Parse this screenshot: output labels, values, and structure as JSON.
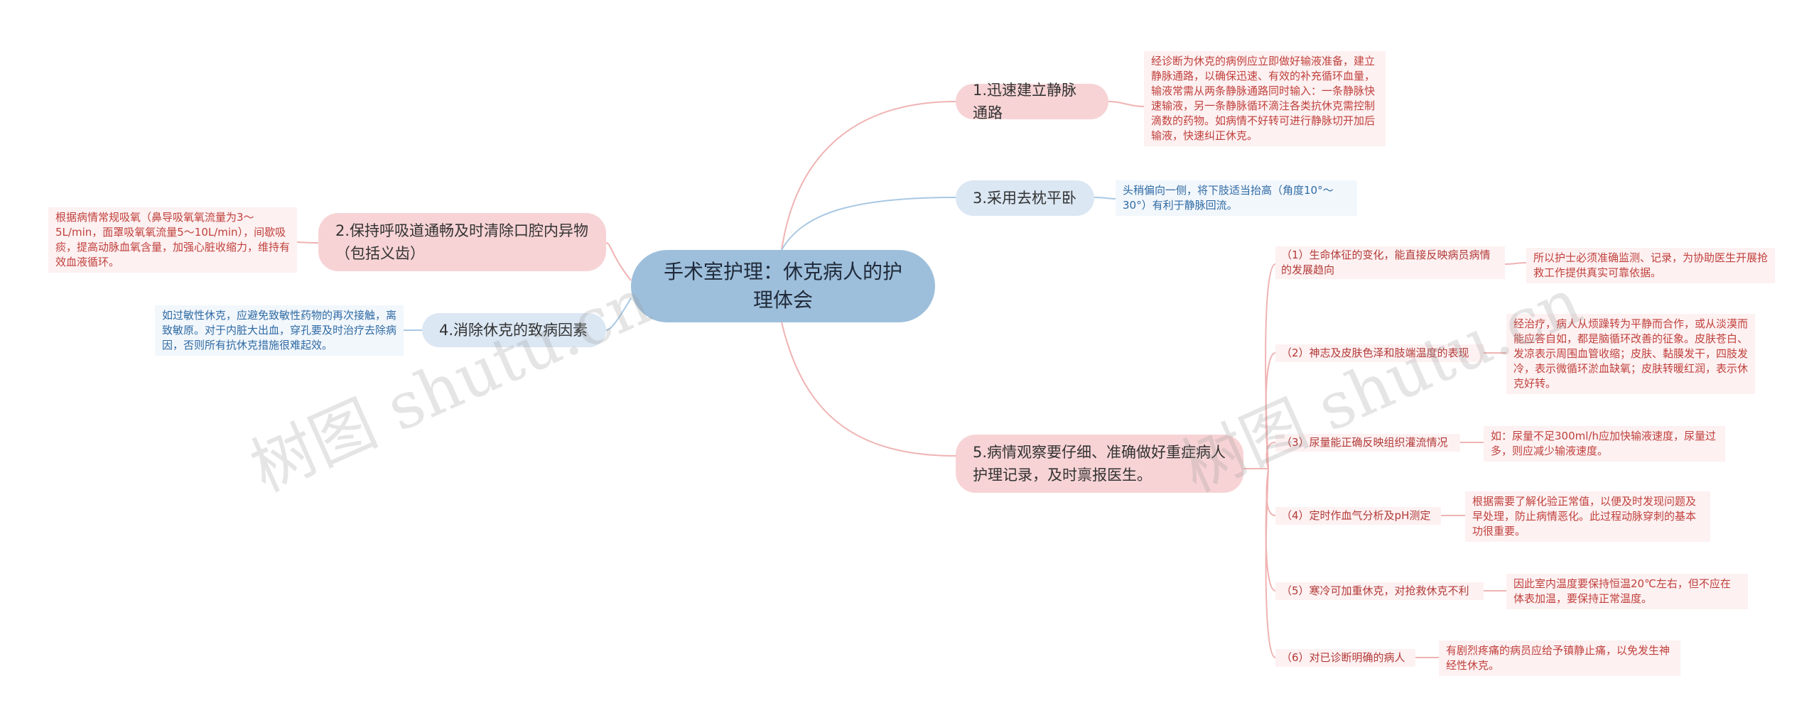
{
  "root": {
    "title": "手术室护理：休克病人的护理体会"
  },
  "branches": {
    "b1": {
      "label": "1.迅速建立静脉通路",
      "note": "经诊断为休克的病例应立即做好输液准备，建立静脉通路，以确保迅速、有效的补充循环血量，输液常需从两条静脉通路同时输入：一条静脉快速输液，另一条静脉循环滴注各类抗休克需控制滴数的药物。如病情不好转可进行静脉切开加后输液，快速纠正休克。"
    },
    "b2": {
      "label": "2.保持呼吸道通畅及时清除口腔内异物（包括义齿）",
      "note": "根据病情常规吸氧（鼻导吸氧氧流量为3～5L/min，面罩吸氧氧流量5～10L/min），间歇吸痰，提高动脉血氧含量，加强心脏收缩力，维持有效血液循环。"
    },
    "b3": {
      "label": "3.采用去枕平卧",
      "note": "头稍偏向一侧，将下肢适当抬高（角度10°～30°）有利于静脉回流。"
    },
    "b4": {
      "label": "4.消除休克的致病因素",
      "note": "如过敏性休克，应避免致敏性药物的再次接触，离致敏原。对于内脏大出血，穿孔要及时治疗去除病因，否则所有抗休克措施很难起效。"
    },
    "b5": {
      "label": "5.病情观察要仔细、准确做好重症病人护理记录，及时禀报医生。",
      "items": [
        {
          "label": "（1）生命体征的变化，能直接反映病员病情的发展趋向",
          "note": "所以护士必须准确监测、记录，为协助医生开展抢救工作提供真实可靠依据。"
        },
        {
          "label": "（2）神志及皮肤色泽和肢端温度的表现",
          "note": "经治疗，病人从烦躁转为平静而合作，或从淡漠而能应答自如，都是脑循环改善的征象。皮肤苍白、发凉表示周围血管收缩；皮肤、黏膜发干，四肢发冷，表示微循环淤血缺氧；皮肤转暖红润，表示休克好转。"
        },
        {
          "label": "（3）尿量能正确反映组织灌流情况",
          "note": "如：尿量不足300ml/h应加快输液速度，尿量过多，则应减少输液速度。"
        },
        {
          "label": "（4）定时作血气分析及pH测定",
          "note": "根据需要了解化验正常值，以便及时发现问题及早处理，防止病情恶化。此过程动脉穿刺的基本功很重要。"
        },
        {
          "label": "（5）寒冷可加重休克，对抢救休克不利",
          "note": "因此室内温度要保持恒温20℃左右，但不应在体表加温，要保持正常温度。"
        },
        {
          "label": "（6）对已诊断明确的病人",
          "note": "有剧烈疼痛的病员应给予镇静止痛，以免发生神经性休克。"
        }
      ]
    }
  },
  "watermark": "树图 shutu.cn",
  "colors": {
    "pinkLine": "#f0b3b3",
    "blueLine": "#a9c8e3",
    "root": "#9ebfdb"
  }
}
